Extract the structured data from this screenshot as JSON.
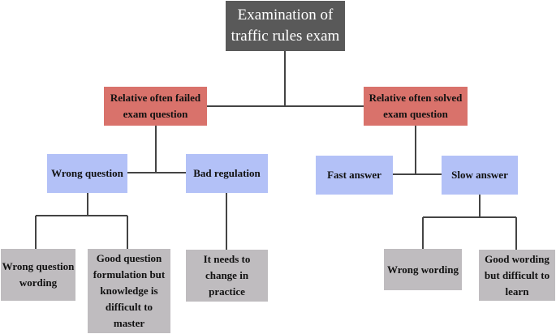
{
  "nodes": {
    "root": "Examination of traffic rules exam",
    "failed": "Relative often failed exam question",
    "solved": "Relative often solved exam question",
    "wrong_question": "Wrong question",
    "bad_regulation": "Bad regulation",
    "fast_answer": "Fast answer",
    "slow_answer": "Slow answer",
    "wrong_question_wording": "Wrong question wording",
    "good_formulation": "Good question formulation but knowledge is difficult to master",
    "change_in_practice": "It needs to change in practice",
    "wrong_wording": "Wrong wording",
    "good_wording": "Good wording but difficult to learn"
  },
  "colors": {
    "root": "#595959",
    "level1": "#d9726b",
    "level2": "#b3c1f7",
    "leaf": "#bfbcbf",
    "connector": "#444444"
  }
}
